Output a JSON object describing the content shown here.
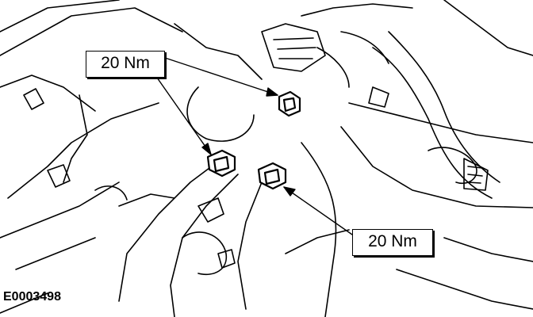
{
  "diagram": {
    "callouts": [
      {
        "label": "20 Nm"
      },
      {
        "label": "20 Nm"
      }
    ],
    "reference_code": "E0003498",
    "colors": {
      "line": "#000000",
      "background": "#ffffff"
    }
  }
}
